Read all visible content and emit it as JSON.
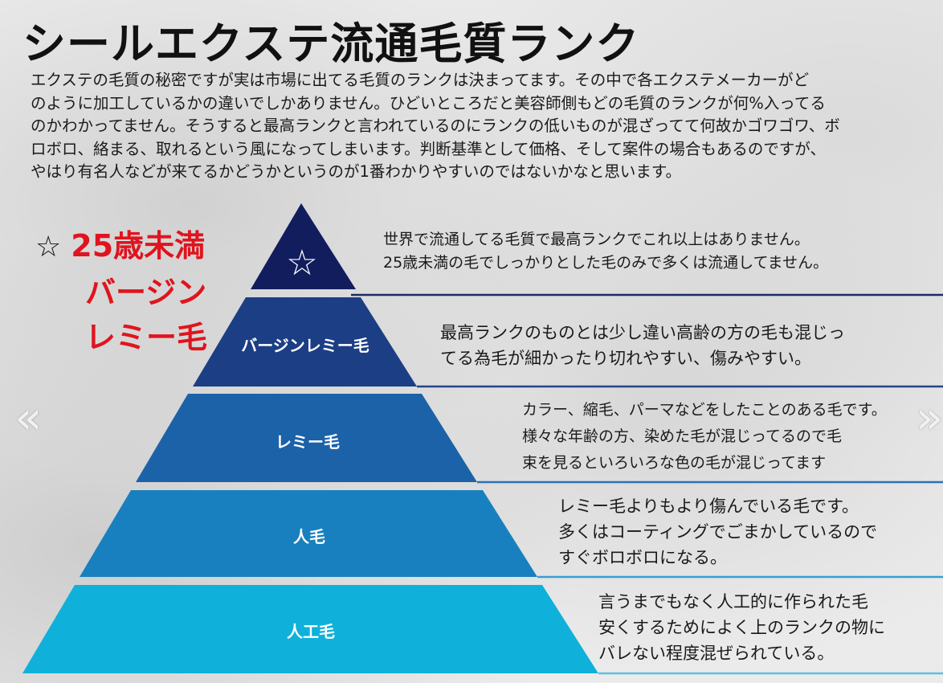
{
  "title": "シールエクステ流通毛質ランク",
  "intro_lines": [
    "エクステの毛質の秘密ですが実は市場に出てる毛質のランクは決まってます。その中で各エクステメーカーがど",
    "のように加工しているかの違いでしかありません。ひどいところだと美容師側もどの毛質のランクが何%入ってる",
    "のかわかってません。そうすると最高ランクと言われているのにランクの低いものが混ざってて何故かゴワゴワ、ボ",
    "ロボロ、絡まる、取れるという風になってしまいます。判断基準として価格、そして案件の場合もあるのですが、",
    "やはり有名人などが来てるかどうかというのが1番わかりやすいのではないかなと思います。"
  ],
  "callout": {
    "star": "☆",
    "lines": [
      "25歳未満",
      "バージン",
      "レミー毛"
    ]
  },
  "tiers": [
    {
      "label": "☆",
      "color": "#121d5e",
      "desc": [
        "世界で流通してる毛質で最高ランクでこれ以上はありません。",
        "25歳未満の毛でしっかりとした毛のみで多くは流通してません。"
      ]
    },
    {
      "label": "バージンレミー毛",
      "color": "#1b3e85",
      "desc": [
        "最高ランクのものとは少し違い高齢の方の毛も混じっ",
        "てる為毛が細かったり切れやすい、傷みやすい。"
      ]
    },
    {
      "label": "レミー毛",
      "color": "#1c62a8",
      "desc": [
        "カラー、縮毛、パーマなどをしたことのある毛です。",
        "様々な年齢の方、染めた毛が混じってるので毛",
        "束を見るといろいろな色の毛が混じってます"
      ]
    },
    {
      "label": "人毛",
      "color": "#1880bf",
      "desc": [
        "レミー毛よりもより傷んでいる毛です。",
        "多くはコーティングでごまかしているので",
        "すぐボロボロになる。"
      ]
    },
    {
      "label": "人工毛",
      "color": "#0fb1da",
      "desc": [
        "言うまでもなく人工的に作られた毛",
        "安くするためによく上のランクの物に",
        "バレない程度混ぜられている。"
      ]
    }
  ],
  "nav": {
    "prev": "«",
    "next": "»"
  }
}
